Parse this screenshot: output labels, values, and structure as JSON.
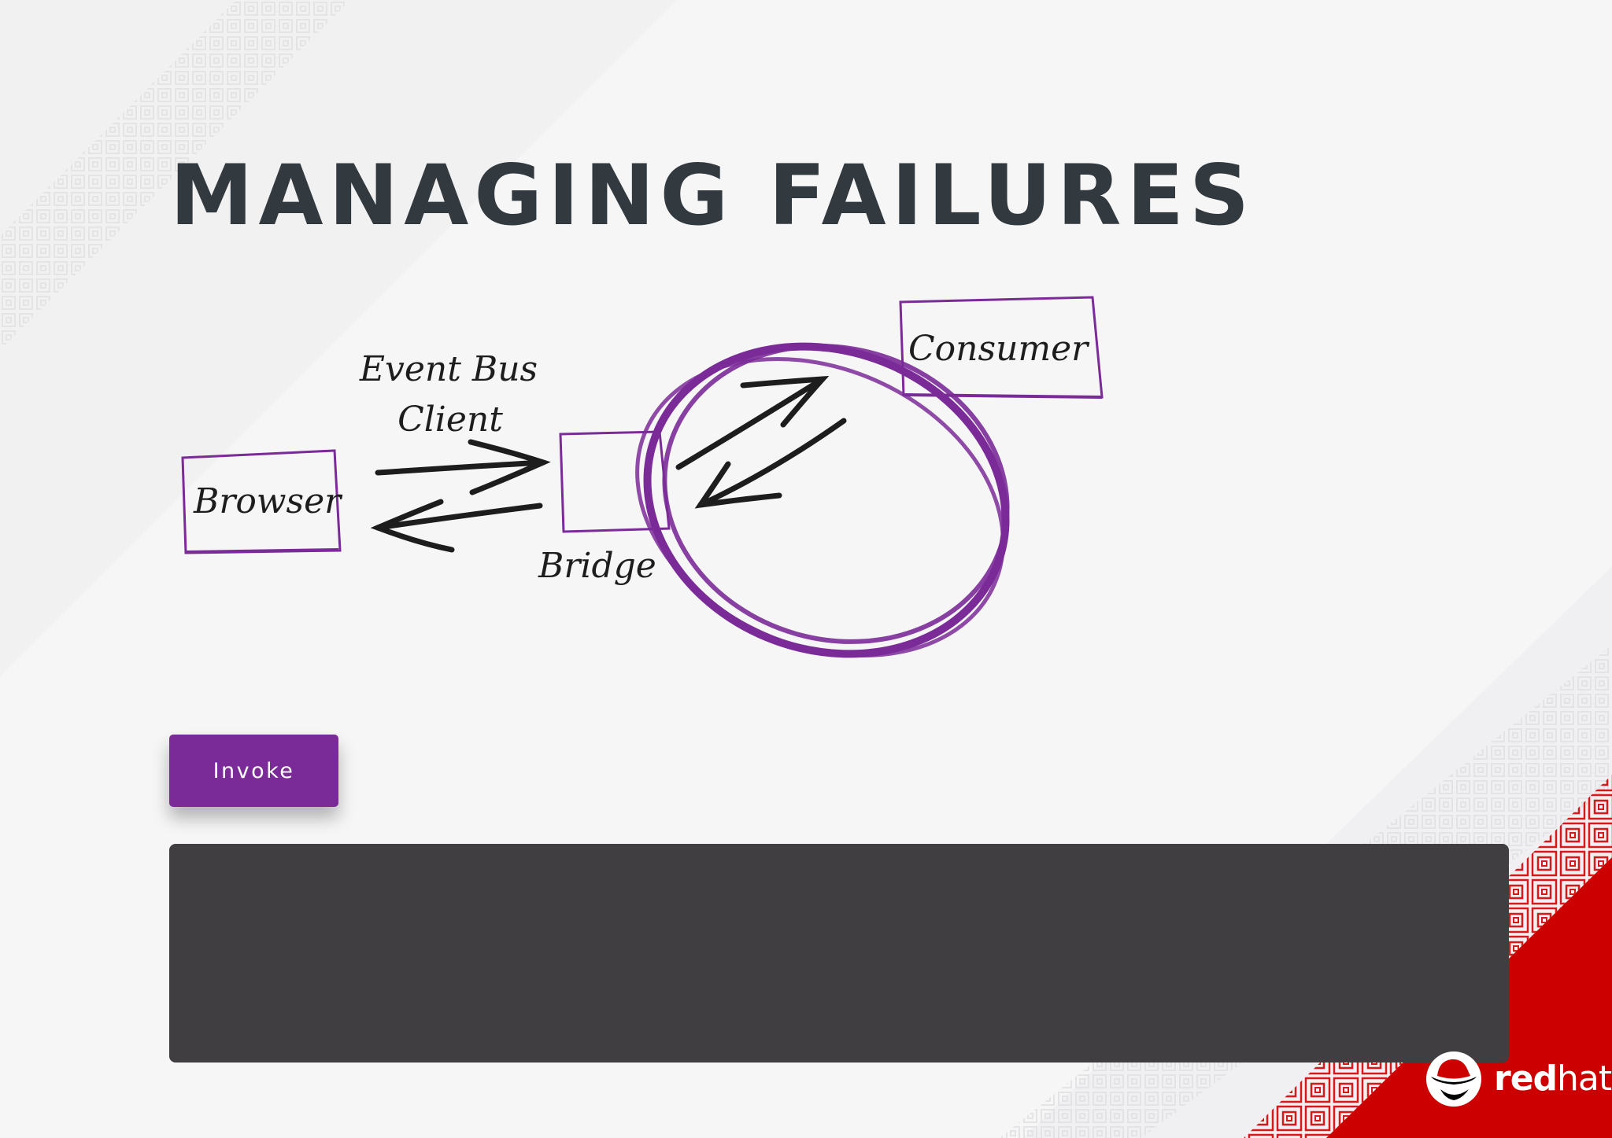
{
  "slide": {
    "title": "MANAGING FAILURES"
  },
  "diagram": {
    "browser_label": "Browser",
    "event_bus_line1": "Event Bus",
    "event_bus_line2": "Client",
    "bridge_label": "Bridge",
    "consumer_label": "Consumer"
  },
  "controls": {
    "invoke_label": "Invoke"
  },
  "branding": {
    "logo_bold": "red",
    "logo_light": "hat."
  },
  "colors": {
    "accent_purple": "#7b2b98",
    "ink": "#1d1d1d",
    "title": "#323a40",
    "panel": "#403e41",
    "brand_red": "#cc0000"
  },
  "icons": {
    "logo": "redhat-shadowman-icon"
  }
}
